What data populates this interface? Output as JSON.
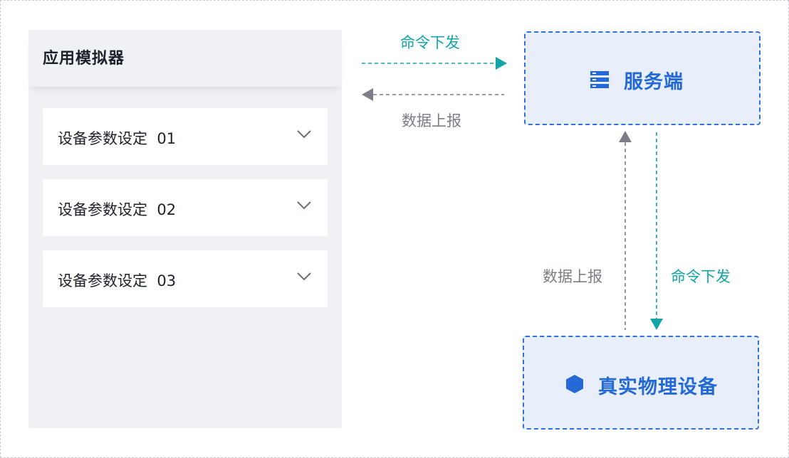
{
  "simulator": {
    "title": "应用模拟器",
    "items": [
      {
        "label": "设备参数设定  01"
      },
      {
        "label": "设备参数设定  02"
      },
      {
        "label": "设备参数设定  03"
      }
    ]
  },
  "nodes": {
    "server": {
      "label": "服务端",
      "icon": "server-icon"
    },
    "device": {
      "label": "真实物理设备",
      "icon": "hexagon-icon"
    }
  },
  "edges": {
    "sim_to_server": "命令下发",
    "server_to_sim": "数据上报",
    "device_to_server": "数据上报",
    "server_to_device": "命令下发"
  },
  "colors": {
    "command": "#12a5a8",
    "report": "#7b7e86",
    "node_border": "#2f6fe0",
    "node_text": "#2469d6"
  }
}
